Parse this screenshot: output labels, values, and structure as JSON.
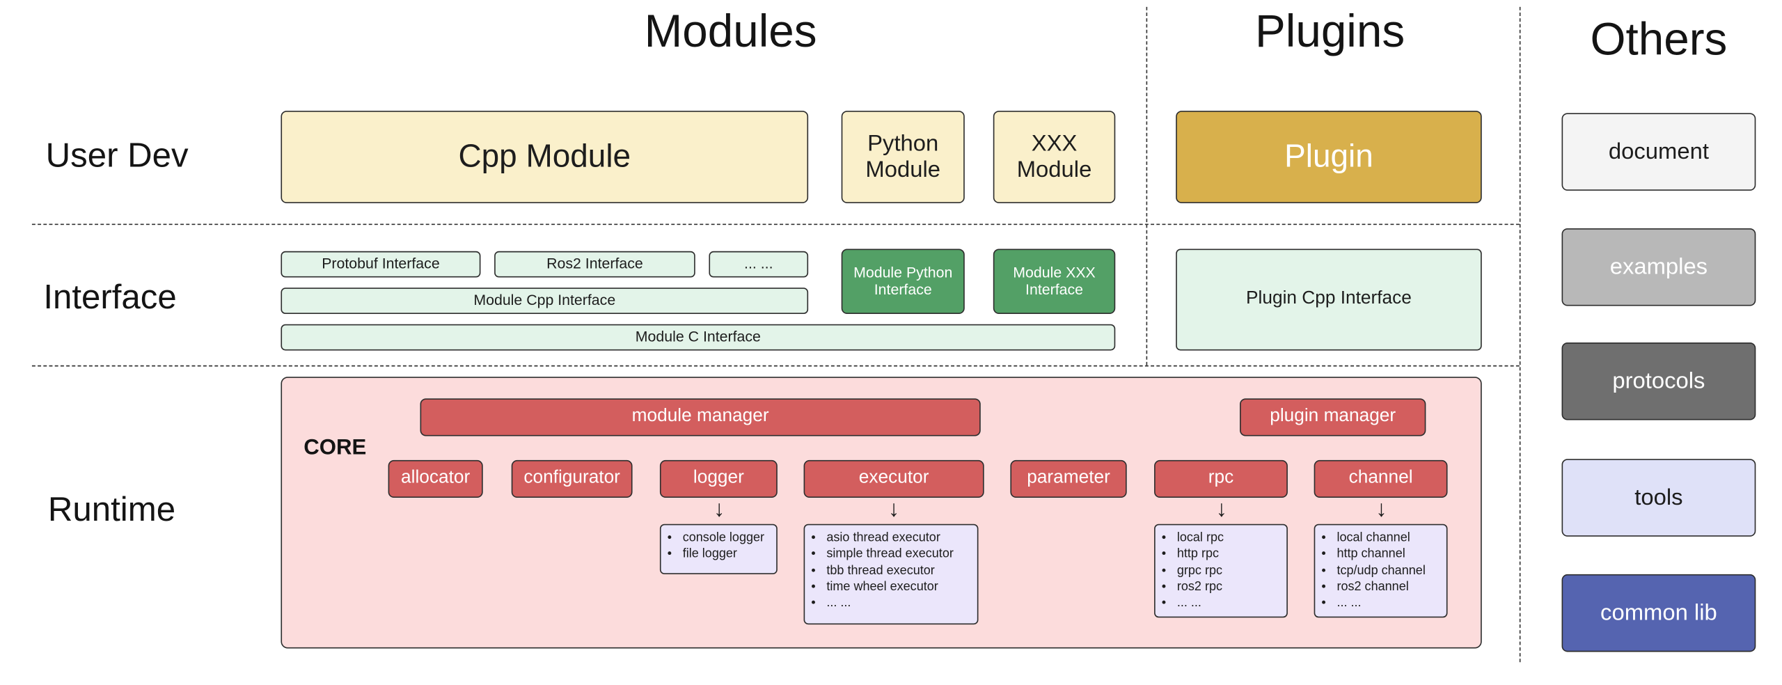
{
  "titles": {
    "modules": "Modules",
    "plugins": "Plugins",
    "others": "Others"
  },
  "row_labels": {
    "user_dev": "User Dev",
    "interface": "Interface",
    "runtime": "Runtime"
  },
  "user_dev": {
    "cpp_module": "Cpp Module",
    "python_module": "Python Module",
    "xxx_module": "XXX Module",
    "plugin": "Plugin"
  },
  "interface": {
    "protobuf_interface": "Protobuf Interface",
    "ros2_interface": "Ros2 Interface",
    "ellipsis": "... ...",
    "module_cpp_interface": "Module Cpp Interface",
    "module_c_interface": "Module C Interface",
    "module_python_interface": "Module Python Interface",
    "module_xxx_interface": "Module XXX Interface",
    "plugin_cpp_interface": "Plugin Cpp Interface"
  },
  "runtime": {
    "core_label": "CORE",
    "module_manager": "module manager",
    "plugin_manager": "plugin manager",
    "components": [
      "allocator",
      "configurator",
      "logger",
      "executor",
      "parameter",
      "rpc",
      "channel"
    ],
    "logger_impls": [
      "console logger",
      "file logger"
    ],
    "executor_impls": [
      "asio thread executor",
      "simple thread executor",
      "tbb thread executor",
      "time wheel executor",
      "... ..."
    ],
    "rpc_impls": [
      "local rpc",
      "http rpc",
      "grpc rpc",
      "ros2 rpc",
      "... ..."
    ],
    "channel_impls": [
      "local channel",
      "http channel",
      "tcp/udp channel",
      "ros2 channel",
      "... ..."
    ]
  },
  "others": {
    "items": [
      {
        "label": "document",
        "bg": "#f4f4f4",
        "fg": "#1d1d1d"
      },
      {
        "label": "examples",
        "bg": "#b8b8b8",
        "fg": "#ffffff"
      },
      {
        "label": "protocols",
        "bg": "#6f6f6f",
        "fg": "#ffffff"
      },
      {
        "label": "tools",
        "bg": "#dfe1f8",
        "fg": "#1d1d1d"
      },
      {
        "label": "common lib",
        "bg": "#5564b0",
        "fg": "#ffffff"
      }
    ]
  },
  "icons": {
    "arrow_down": "↓"
  },
  "colors": {
    "module_box_bg": "#faf0cb",
    "plugin_box_bg": "#d8b04c",
    "interface_light_bg": "#e3f4e9",
    "interface_dark_bg": "#53a066",
    "core_bg": "#fcdcdc",
    "manager_red_bg": "#d35e5e",
    "impl_box_bg": "#ebe6fb",
    "border": "#2e2e2e"
  }
}
